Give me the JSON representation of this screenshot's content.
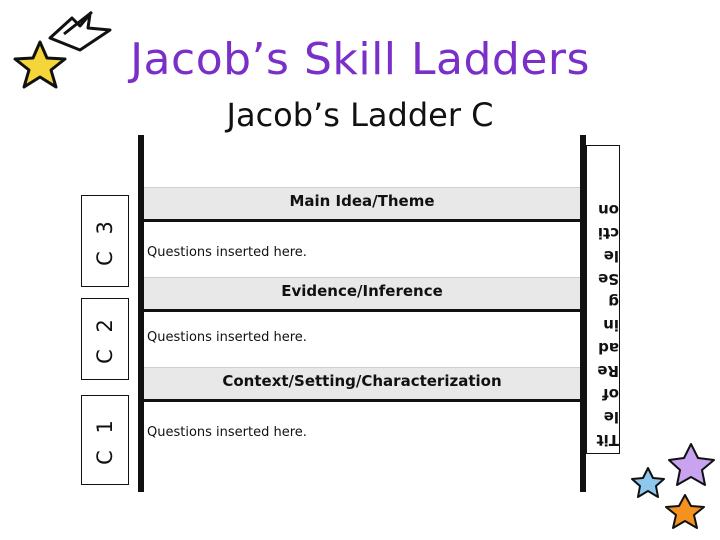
{
  "title": "Jacob’s Skill Ladders",
  "subtitle": "Jacob’s Ladder C",
  "levels": [
    {
      "side_label": "C 3",
      "rung_label": "Main Idea/Theme",
      "question": "Questions inserted here."
    },
    {
      "side_label": "C 2",
      "rung_label": "Evidence/Inference",
      "question": "Questions inserted here."
    },
    {
      "side_label": "C 1",
      "rung_label": "Context/Setting/Characterization",
      "question": "Questions inserted here."
    }
  ],
  "side_text_lines": [
    "Tit",
    "le",
    "of",
    "Re",
    "ad",
    "in",
    "g",
    "Se",
    "le",
    "cti",
    "on"
  ],
  "colors": {
    "title": "#7a2fc9",
    "rung_fill": "#e8e8e8",
    "star_yellow": "#f5d63a",
    "star_blue": "#8fc8ee",
    "star_purple": "#c9a3f0",
    "star_orange": "#f5911e"
  }
}
